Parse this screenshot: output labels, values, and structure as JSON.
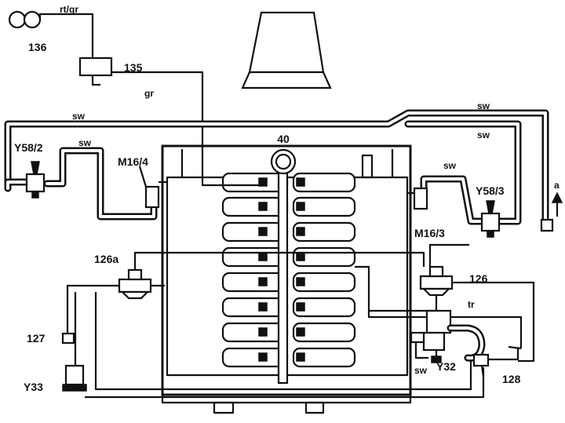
{
  "diagram": {
    "labels": {
      "l136": "136",
      "l135": "135",
      "rtgr": "rt/gr",
      "gr": "gr",
      "l40": "40",
      "sw_top_left": "sw",
      "sw_left_loop": "sw",
      "sw_top_right": "sw",
      "sw_right": "sw",
      "sw_y583": "sw",
      "y582": "Y58/2",
      "y583": "Y58/3",
      "m164": "M16/4",
      "m163": "M16/3",
      "a": "a",
      "l126a": "126a",
      "l126": "126",
      "l127": "127",
      "y33": "Y33",
      "tr": "tr",
      "y32": "Y32",
      "sw_bottom": "sw",
      "l128": "128"
    }
  }
}
